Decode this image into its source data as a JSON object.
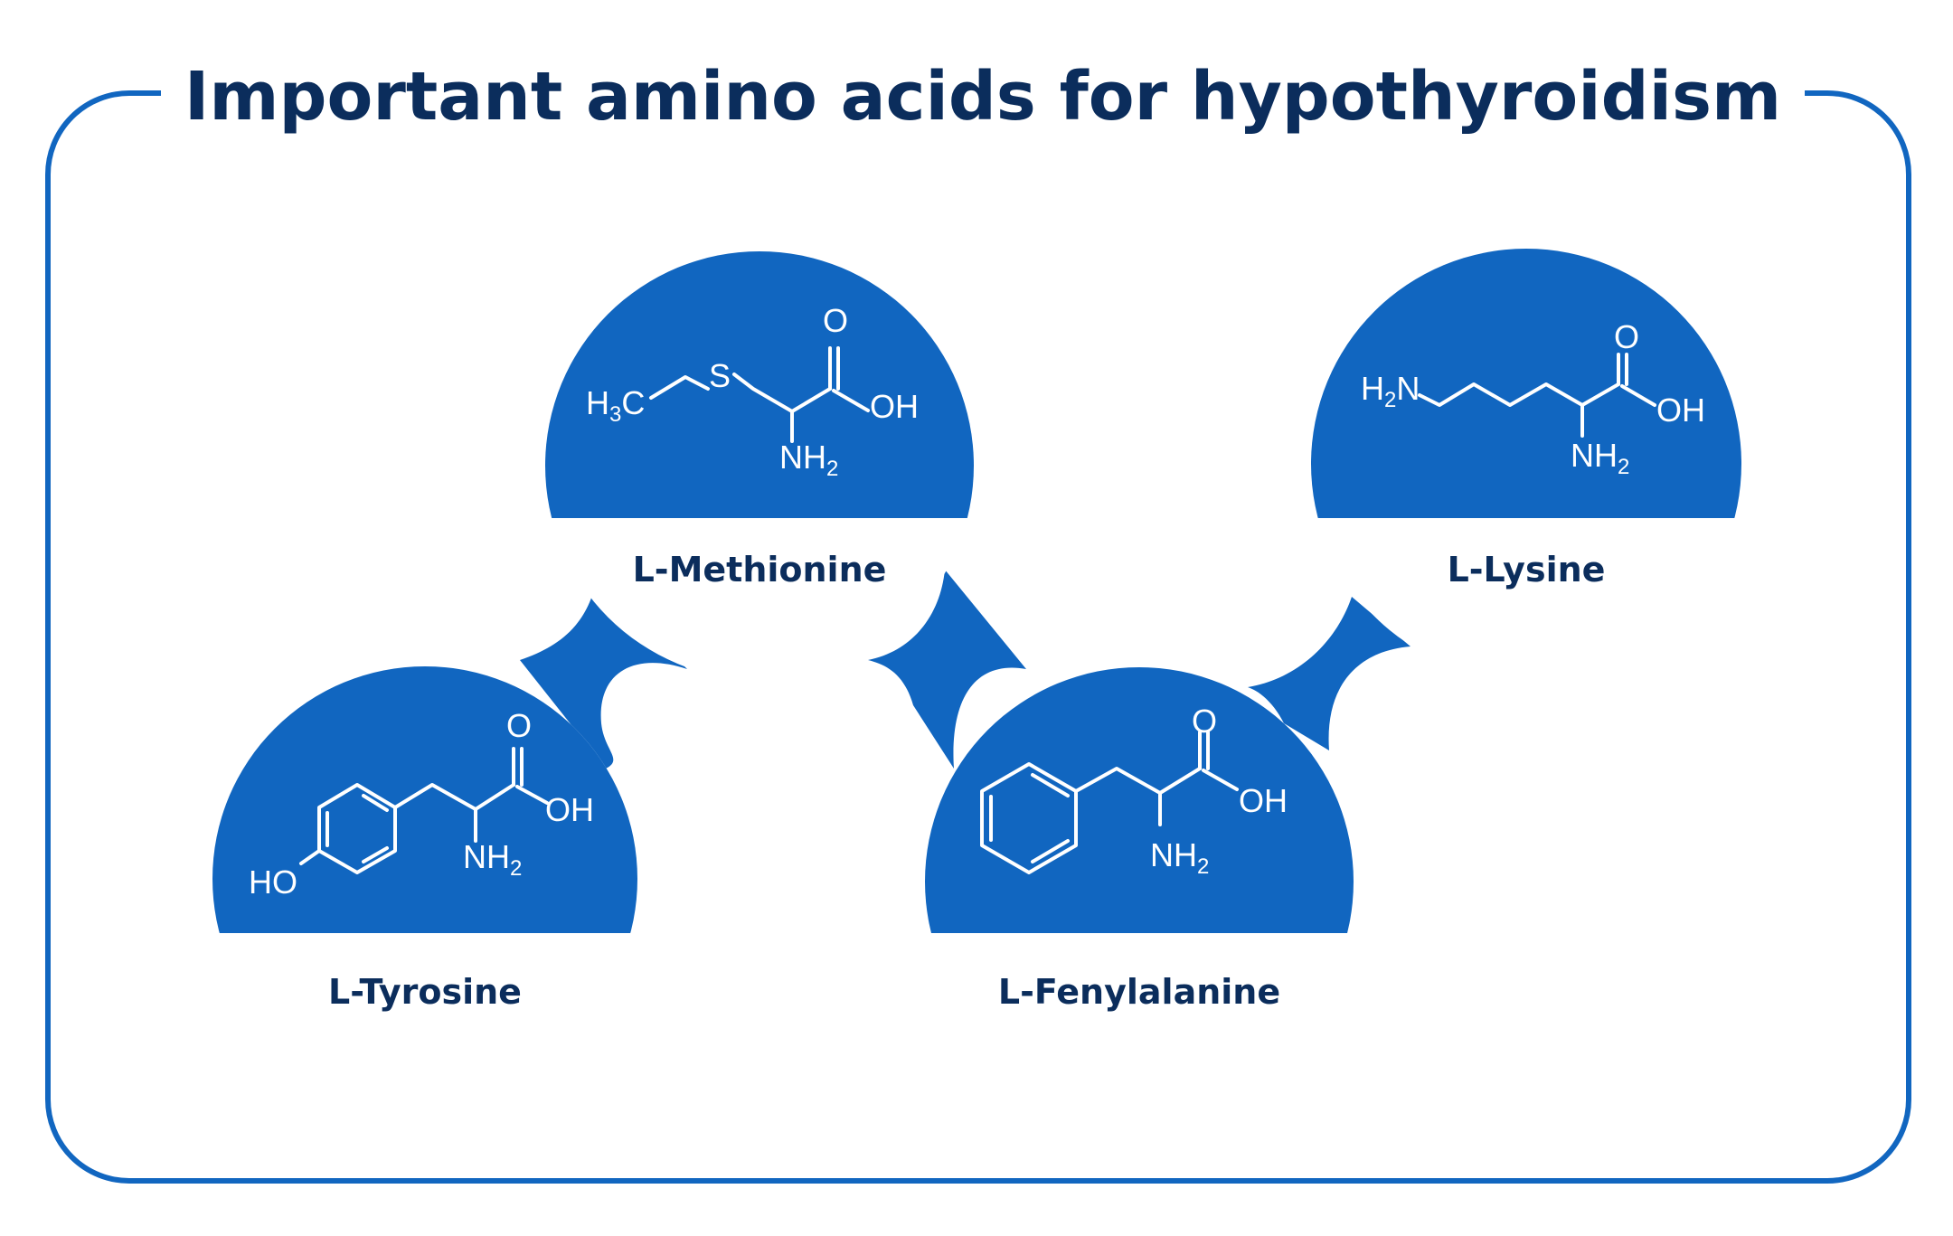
{
  "title": "Important amino acids for hypothyroidism",
  "colors": {
    "frame": "#1166c0",
    "circle_top": "#1166c0",
    "title_text": "#0b2d5c",
    "caption_text": "#0b2d5c",
    "structure_lines": "#ffffff"
  },
  "amino_acids": [
    {
      "id": "methionine",
      "name": "L-Methionine",
      "atoms": {
        "left_group": "H",
        "left_group_sub": "3",
        "left_group_tail": "C",
        "sulfur": "S",
        "carbonyl_o": "O",
        "hydroxyl": "OH",
        "amine": "NH",
        "amine_sub": "2"
      }
    },
    {
      "id": "lysine",
      "name": "L-Lysine",
      "atoms": {
        "terminal_amine": "H",
        "terminal_amine_sub": "2",
        "terminal_amine_tail": "N",
        "carbonyl_o": "O",
        "hydroxyl": "OH",
        "amine": "NH",
        "amine_sub": "2"
      }
    },
    {
      "id": "tyrosine",
      "name": "L-Tyrosine",
      "atoms": {
        "phenol": "HO",
        "carbonyl_o": "O",
        "hydroxyl": "OH",
        "amine": "NH",
        "amine_sub": "2"
      }
    },
    {
      "id": "phenylalanine",
      "name": "L-Fenylalanine",
      "atoms": {
        "carbonyl_o": "O",
        "hydroxyl": "OH",
        "amine": "NH",
        "amine_sub": "2"
      }
    }
  ]
}
